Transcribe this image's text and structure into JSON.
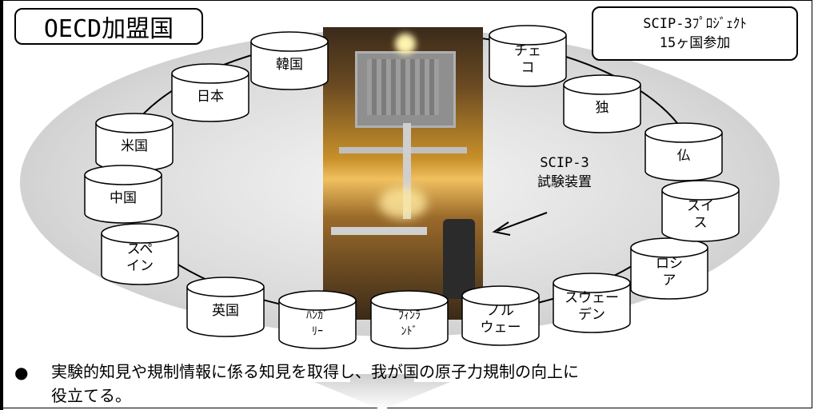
{
  "title": "OECD加盟国",
  "project": {
    "line1": "SCIP-3ﾌﾟﾛｼﾞｪｸﾄ",
    "line2": "15ヶ国参加"
  },
  "device_label": {
    "line1": "SCIP-3",
    "line2": "試験装置"
  },
  "countries": [
    {
      "id": "korea",
      "lines": [
        "韓国"
      ]
    },
    {
      "id": "japan",
      "lines": [
        "日本"
      ]
    },
    {
      "id": "usa",
      "lines": [
        "米国"
      ]
    },
    {
      "id": "china",
      "lines": [
        "中国"
      ]
    },
    {
      "id": "spain",
      "lines": [
        "スペ",
        "イン"
      ]
    },
    {
      "id": "uk",
      "lines": [
        "英国"
      ]
    },
    {
      "id": "hungary",
      "lines": [
        "ﾊﾝｶﾞ",
        "ﾘｰ"
      ]
    },
    {
      "id": "finland",
      "lines": [
        "ﾌｨﾝﾗ",
        "ﾝﾄﾞ"
      ]
    },
    {
      "id": "norway",
      "lines": [
        "ノル",
        "ウェー"
      ]
    },
    {
      "id": "sweden",
      "lines": [
        "スウェー",
        "デン"
      ]
    },
    {
      "id": "russia",
      "lines": [
        "ロシ",
        "ア"
      ]
    },
    {
      "id": "switzerland",
      "lines": [
        "スイ",
        "ス"
      ]
    },
    {
      "id": "france",
      "lines": [
        "仏"
      ]
    },
    {
      "id": "germany",
      "lines": [
        "独"
      ]
    },
    {
      "id": "czech",
      "lines": [
        "チェ",
        "コ"
      ]
    }
  ],
  "bullet": {
    "marker": "●",
    "line1": "実験的知見や規制情報に係る知見を取得し、我が国の原子力規制の向上に",
    "line2": "役立てる。"
  }
}
